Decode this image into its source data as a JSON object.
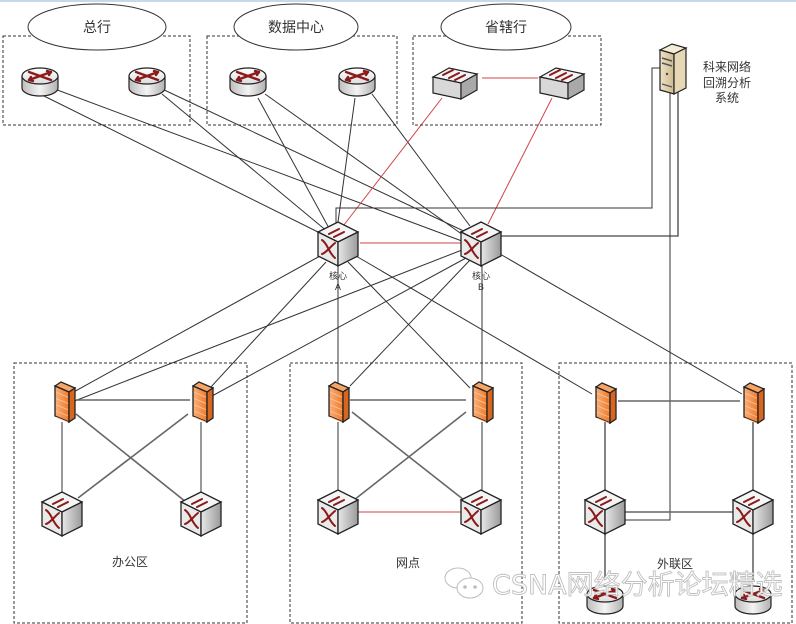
{
  "diagram": {
    "type": "network-topology",
    "zones": [
      {
        "id": "hq",
        "title": "总行",
        "devices": [
          "router",
          "router"
        ]
      },
      {
        "id": "datacenter",
        "title": "数据中心",
        "devices": [
          "router",
          "router"
        ]
      },
      {
        "id": "provincial",
        "title": "省辖行",
        "devices": [
          "switch",
          "switch"
        ]
      },
      {
        "id": "office",
        "name": "办公区",
        "devices": [
          "firewall",
          "firewall",
          "core-switch",
          "core-switch"
        ]
      },
      {
        "id": "branch",
        "name": "网点",
        "devices": [
          "firewall",
          "firewall",
          "core-switch",
          "core-switch"
        ]
      },
      {
        "id": "extranet",
        "name": "外联区",
        "devices": [
          "firewall",
          "firewall",
          "core-switch",
          "core-switch",
          "router",
          "router"
        ]
      }
    ],
    "core": [
      {
        "id": "coreA",
        "label": "核心",
        "sub": "A"
      },
      {
        "id": "coreB",
        "label": "核心",
        "sub": "B"
      }
    ],
    "server": {
      "label_lines": [
        "科来网络",
        "回溯分析",
        "系统"
      ]
    },
    "watermark": "CSNA网络分析论坛精选",
    "colors": {
      "link": "#333333",
      "redundant_link": "#d0454a",
      "firewall": "#f08a3c",
      "arrow": "#8b1a1a"
    }
  }
}
